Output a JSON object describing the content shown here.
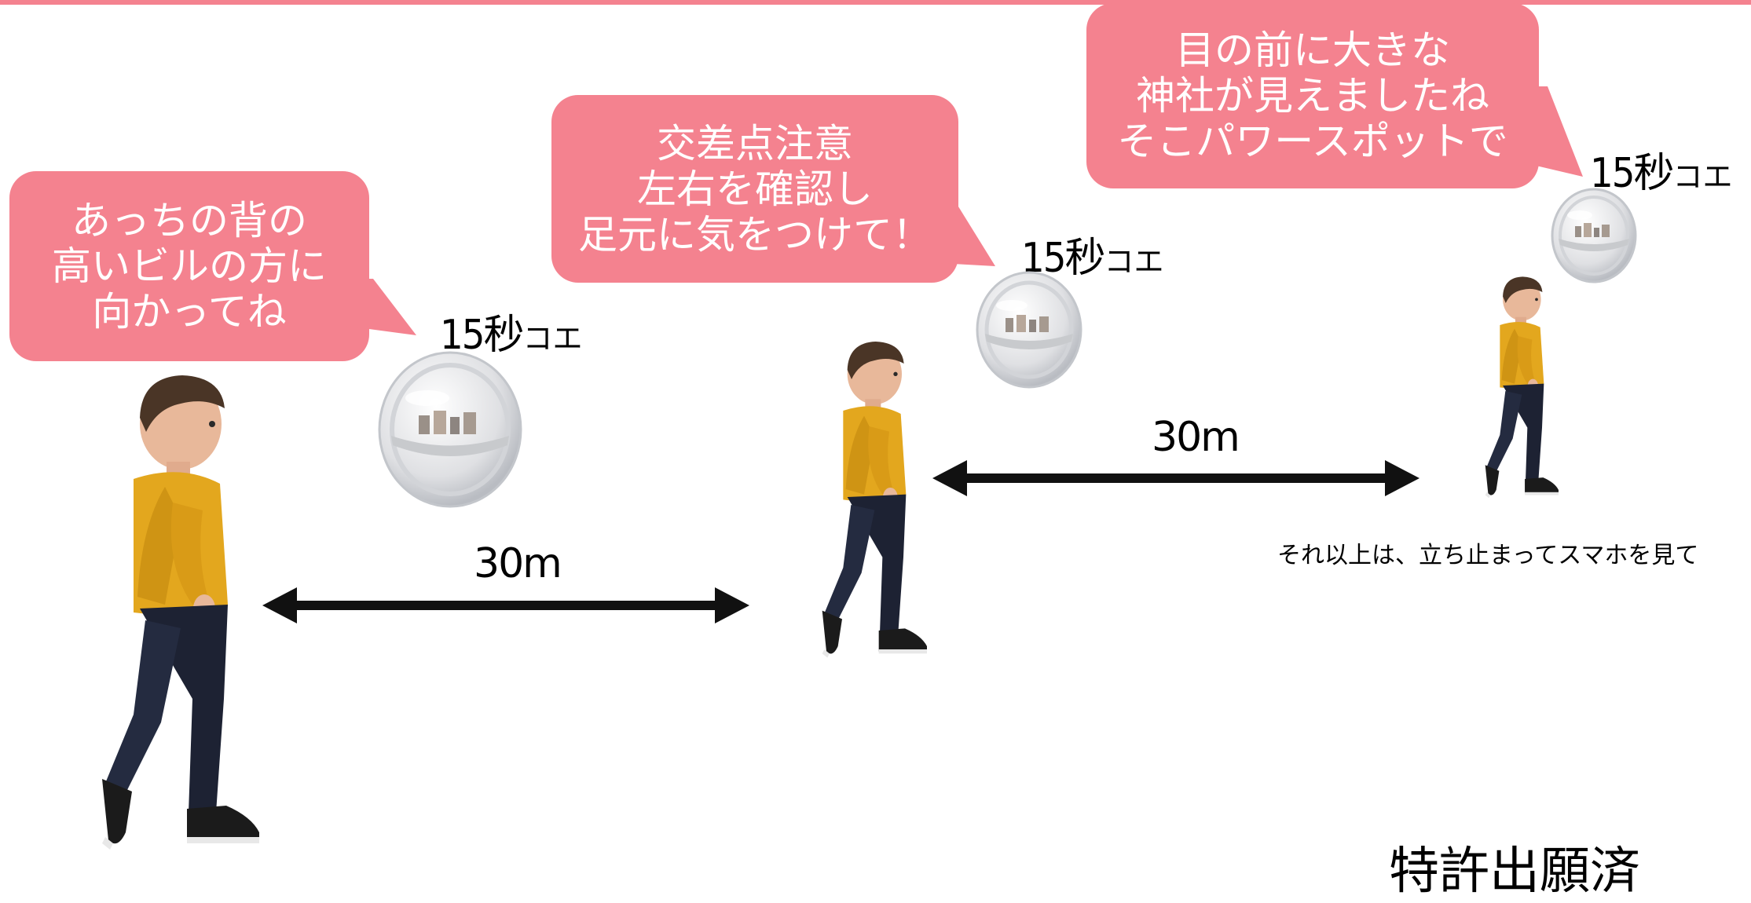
{
  "colors": {
    "accent": "#f4828f",
    "bubble": "#f4828f",
    "arrow": "#111111"
  },
  "bubbles": [
    {
      "lines": [
        "あっちの背の",
        "高いビルの方に",
        "向かってね"
      ]
    },
    {
      "lines": [
        "交差点注意",
        "左右を確認し",
        "足元に気をつけて！"
      ]
    },
    {
      "lines": [
        "目の前に大きな",
        "神社が見えましたね",
        "そこパワースポットで"
      ]
    }
  ],
  "voice_labels": [
    {
      "seconds": "15秒",
      "suffix": "コエ"
    },
    {
      "seconds": "15秒",
      "suffix": "コエ"
    },
    {
      "seconds": "15秒",
      "suffix": "コエ"
    }
  ],
  "distances": [
    "30m",
    "30m"
  ],
  "note": "それ以上は、立ち止まってスマホを見て",
  "patent": "特許出願済",
  "icons": {
    "voice_capsule": "capsule-ball-icon",
    "walker": "walking-child-figure",
    "distance": "double-arrow-icon"
  }
}
